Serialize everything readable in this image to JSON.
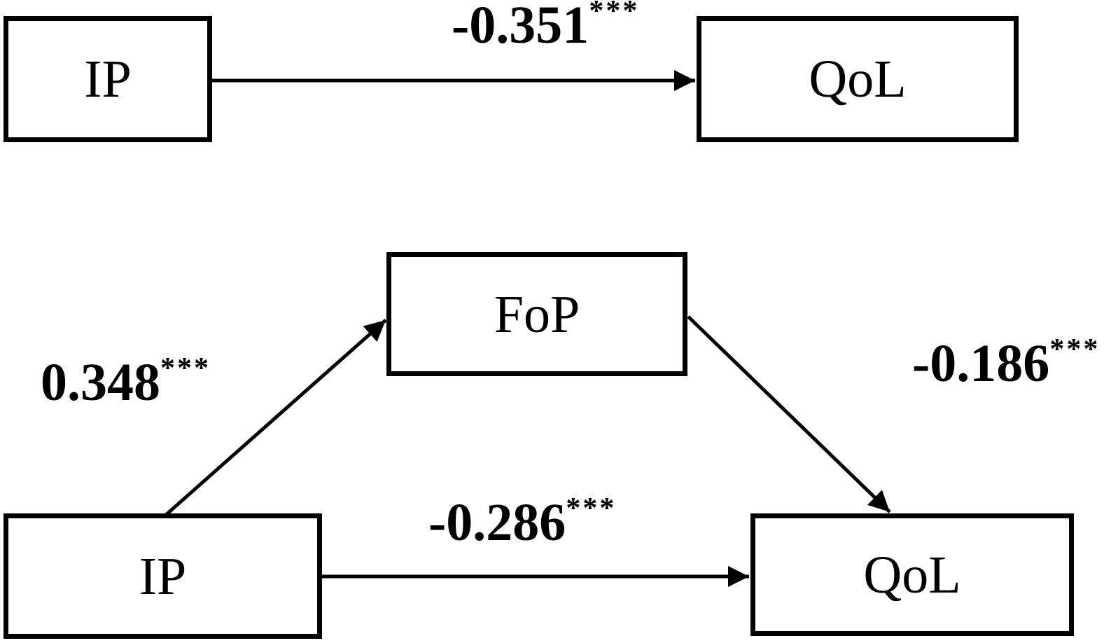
{
  "figure": {
    "background_color": "#ffffff",
    "line_color": "#000000",
    "top_model": {
      "ip_label": "IP",
      "qol_label": "QoL",
      "path_ip_qol": {
        "coefficient": "-0.351",
        "stars": "***"
      }
    },
    "mediation_model": {
      "ip_label": "IP",
      "fop_label": "FoP",
      "qol_label": "QoL",
      "path_ip_fop": {
        "coefficient": "0.348",
        "stars": "***"
      },
      "path_fop_qol": {
        "coefficient": "-0.186",
        "stars": "***"
      },
      "path_ip_qol": {
        "coefficient": "-0.286",
        "stars": "***"
      }
    }
  }
}
